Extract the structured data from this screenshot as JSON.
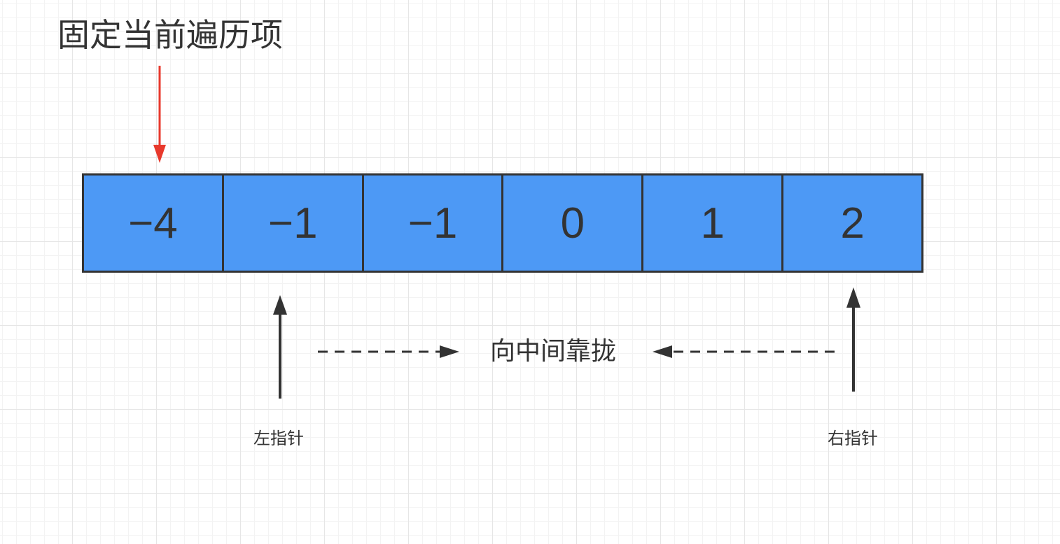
{
  "title": "固定当前遍历项",
  "array": {
    "values": [
      "−4",
      "−1",
      "−1",
      "0",
      "1",
      "2"
    ]
  },
  "left_pointer": {
    "label": "左指针"
  },
  "right_pointer": {
    "label": "右指针"
  },
  "converge": {
    "label": "向中间靠拢"
  },
  "colors": {
    "cell_fill": "#4d99f5",
    "cell_border": "#333333",
    "fixed_arrow": "#e8392c",
    "pointer_arrow": "#333333",
    "text": "#333333"
  },
  "fixed_index": 0,
  "left_index": 1,
  "right_index": 5
}
